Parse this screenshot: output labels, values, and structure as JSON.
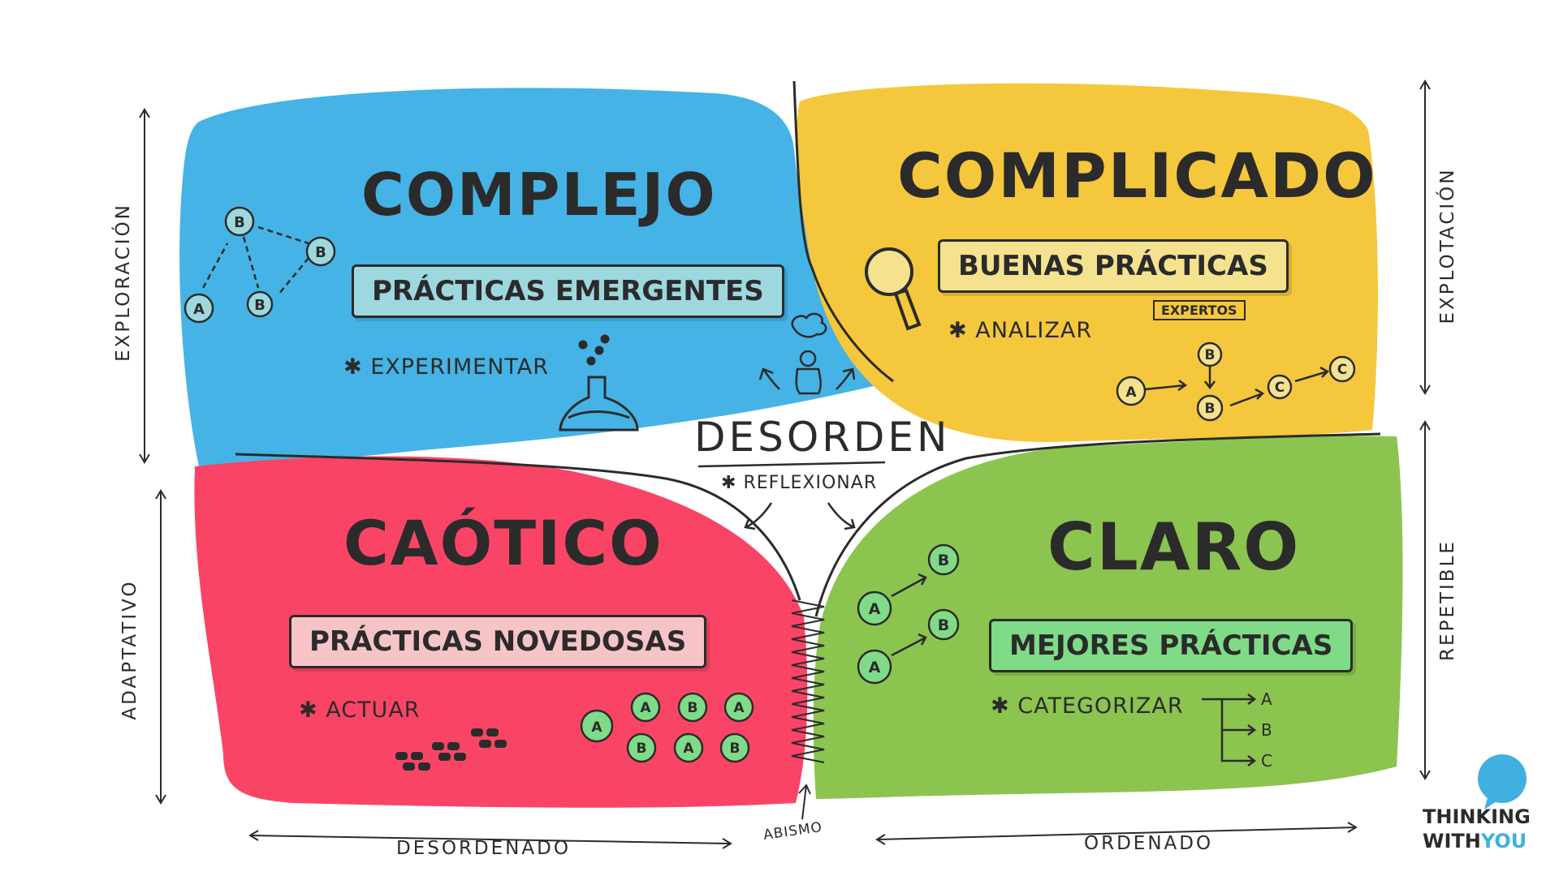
{
  "quadrants": {
    "complejo": {
      "title": "COMPLEJO",
      "practice": "PRÁCTICAS EMERGENTES",
      "action": "EXPERIMENTAR",
      "color": "#45B3E5",
      "practice_bg": "#9ED8DF"
    },
    "complicado": {
      "title": "COMPLICADO",
      "practice": "BUENAS PRÁCTICAS",
      "action": "ANALIZAR",
      "note": "EXPERTOS",
      "color": "#F5C73C",
      "practice_bg": "#F4E28E"
    },
    "caotico": {
      "title": "CAÓTICO",
      "practice": "PRÁCTICAS NOVEDOSAS",
      "action": "ACTUAR",
      "color": "#FA4466",
      "practice_bg": "#F6C4C7"
    },
    "claro": {
      "title": "CLARO",
      "practice": "MEJORES PRÁCTICAS",
      "action": "CATEGORIZAR",
      "color": "#8CC450",
      "practice_bg": "#7FDB87"
    }
  },
  "center": {
    "title": "DESORDEN",
    "action": "REFLEXIONAR",
    "abyss": "ABISMO"
  },
  "axes": {
    "left_top": "EXPLORACIÓN",
    "left_bottom": "ADAPTATIVO",
    "right_top": "EXPLOTACIÓN",
    "right_bottom": "REPETIBLE",
    "bottom_left": "DESORDENADO",
    "bottom_right": "ORDENADO"
  },
  "glyphs": {
    "complejo_nodes": [
      "A",
      "B",
      "B",
      "B"
    ],
    "complicado_nodes": [
      "A",
      "B",
      "B",
      "C",
      "C"
    ],
    "claro_nodes": [
      "A",
      "B",
      "A",
      "B"
    ],
    "claro_tree": [
      "A",
      "B",
      "C"
    ],
    "caotico_nodes": [
      "A",
      "A",
      "B",
      "A",
      "B",
      "A",
      "B"
    ]
  },
  "logo": {
    "line1": "THINKING",
    "line2a": "WITH",
    "line2b": "YOU",
    "accent": "#3FB0E0"
  }
}
